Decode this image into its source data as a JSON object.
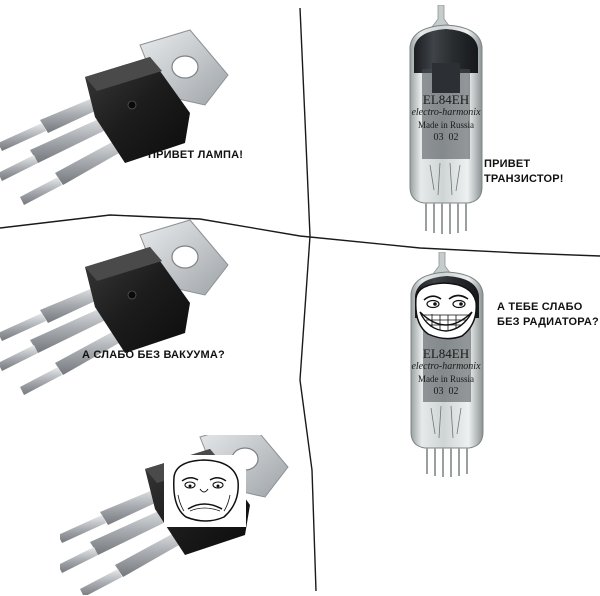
{
  "panels": [
    {
      "caption": "ПРИВЕТ ЛАМПА!"
    },
    {
      "caption_lines": [
        "ПРИВЕТ",
        "ТРАНЗИСТОР!"
      ]
    },
    {
      "caption": "А СЛАБО БЕЗ ВАКУУМА?"
    },
    {
      "caption_lines": [
        "А ТЕБЕ СЛАБО",
        "БЕЗ РАДИАТОРА?"
      ]
    }
  ],
  "tube_label": {
    "model": "EL84EH",
    "brand": "electro-harmonix",
    "origin": "Made in Russia",
    "date": "03  02"
  },
  "colors": {
    "transistor_body": "#1c1c1c",
    "heatsink_tab": "#c9cdd0",
    "leads": "#b9bcbf",
    "glass": "#d8dcdc",
    "getter": "#2a2d30",
    "divider": "#1a1a1a"
  },
  "icons": [
    "troll-face-icon",
    "sad-troll-face-icon"
  ]
}
